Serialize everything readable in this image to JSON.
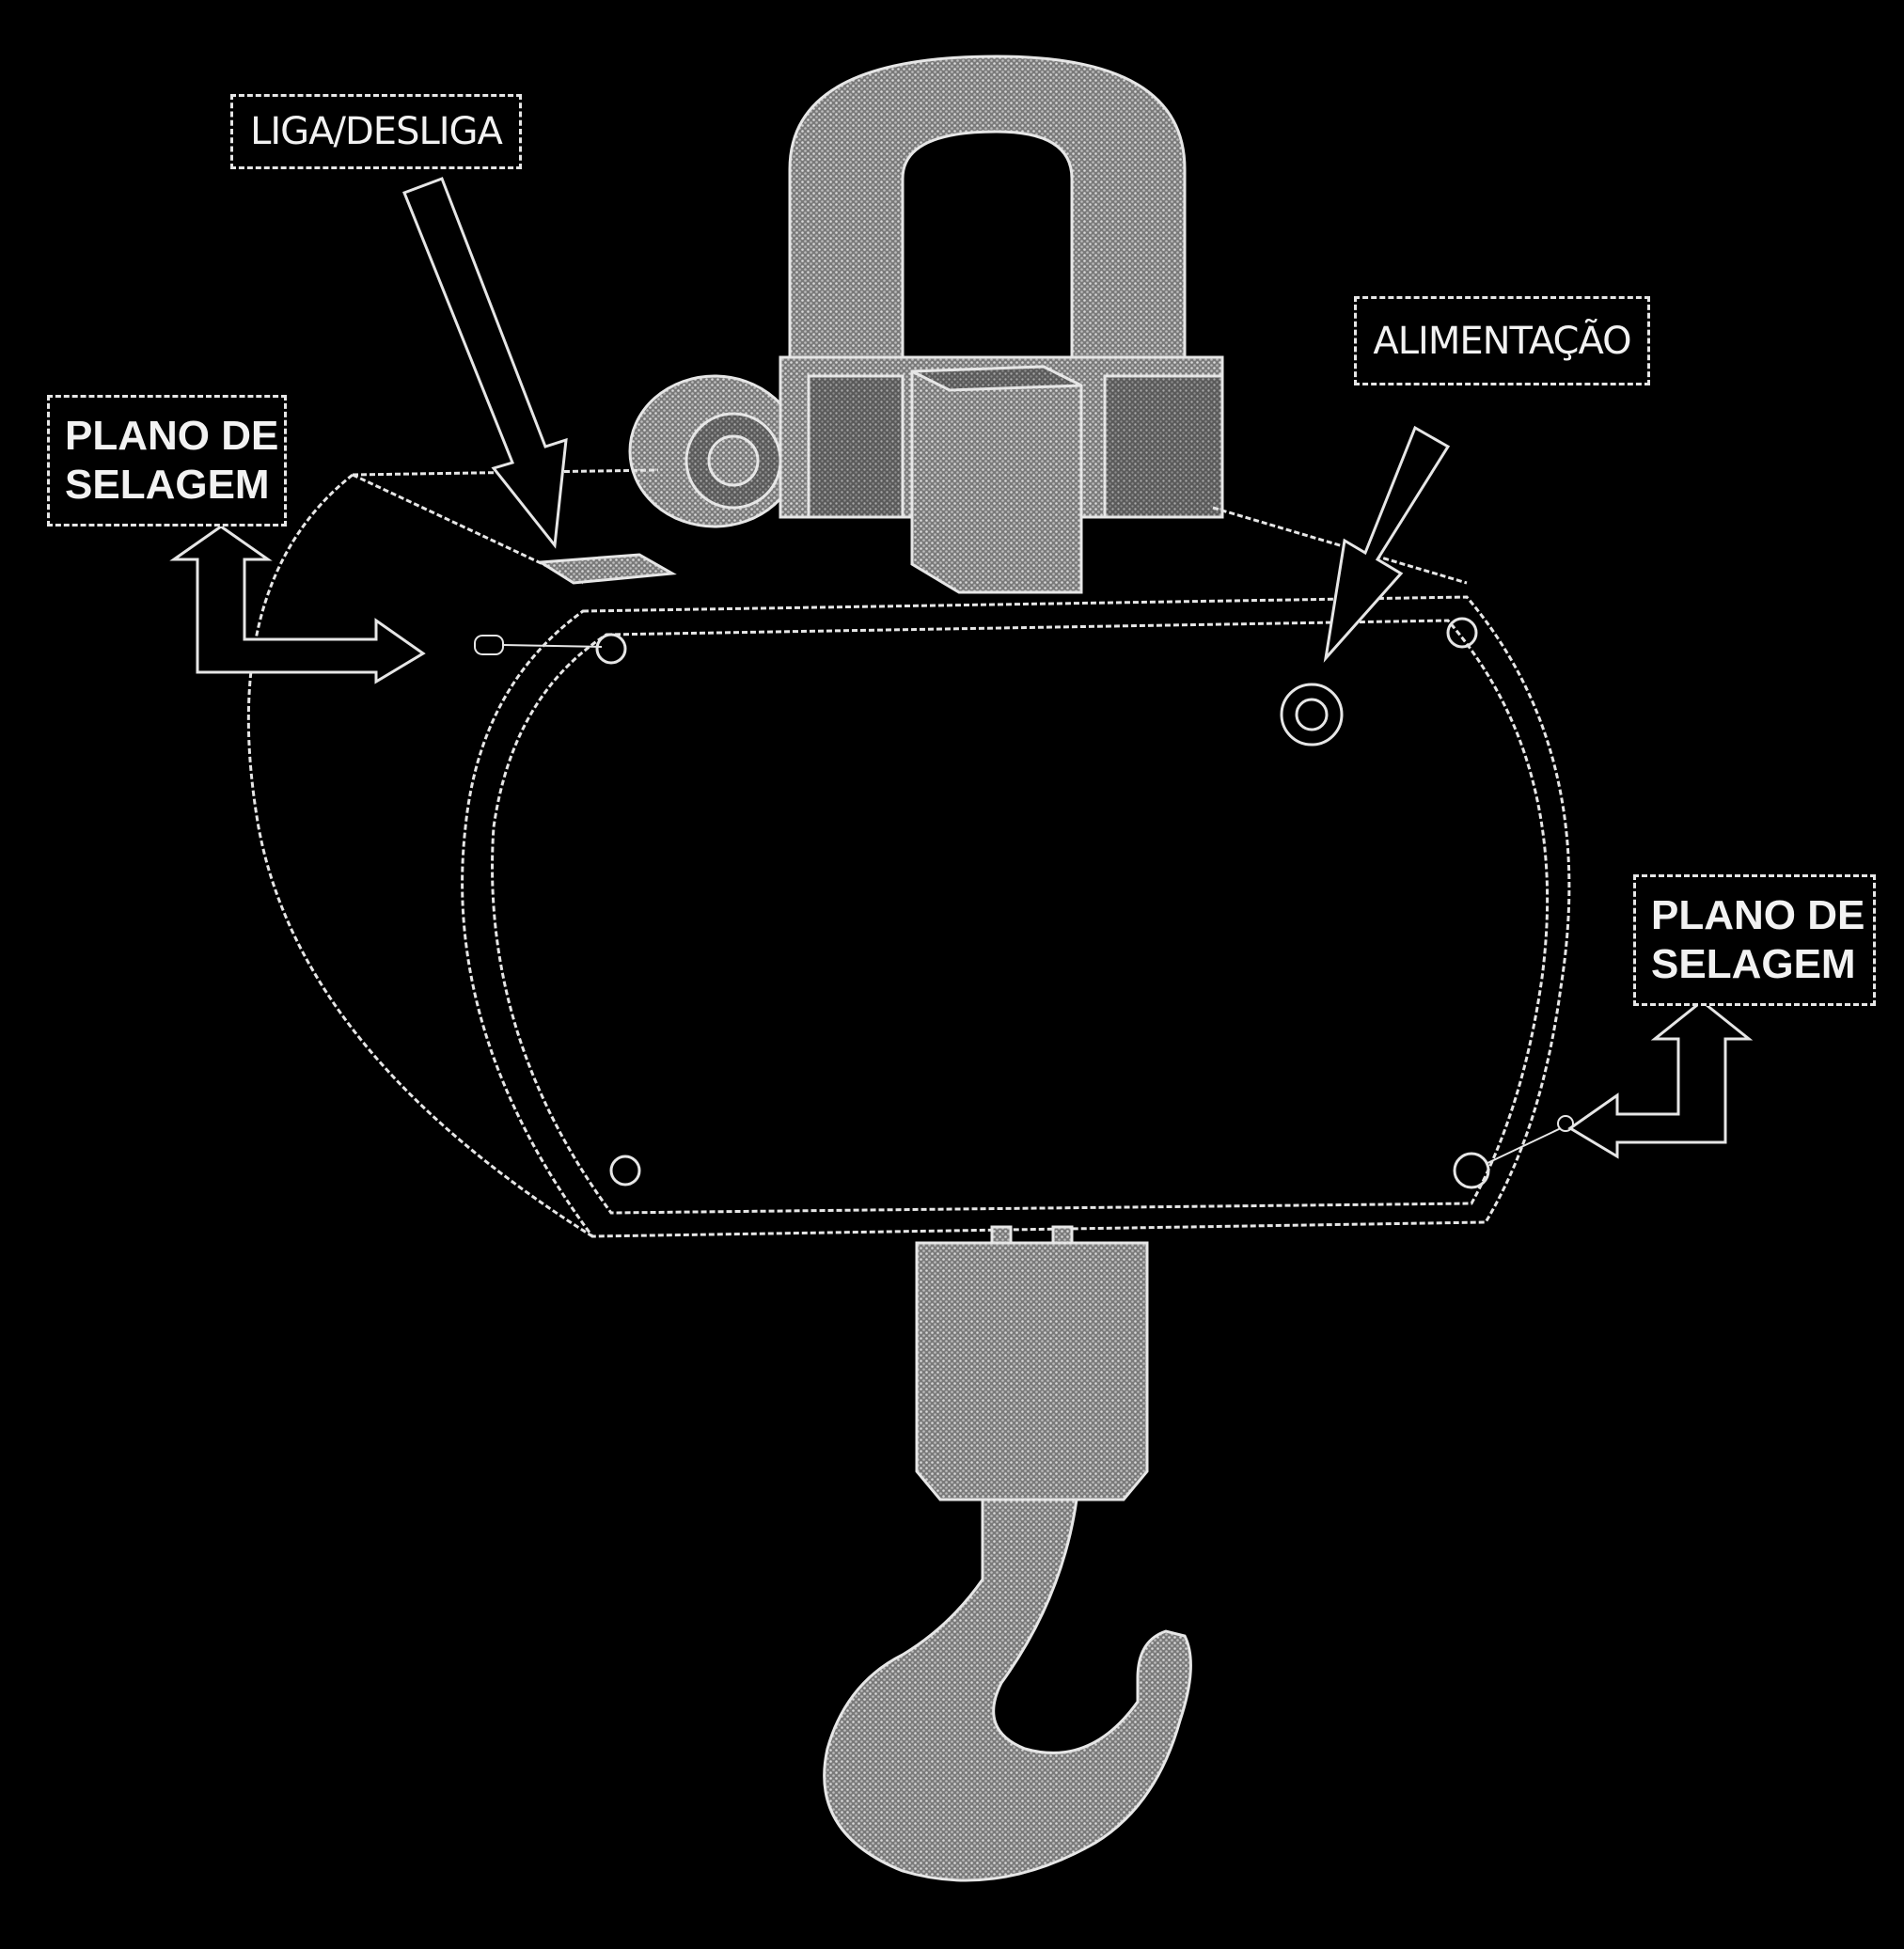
{
  "labels": {
    "power_switch": "LIGA/DESLIGA",
    "power_supply": "ALIMENTAÇÃO",
    "seal_left_line1": "PLANO DE",
    "seal_left_line2": "SELAGEM",
    "seal_right_line1": "PLANO DE",
    "seal_right_line2": "SELAGEM"
  },
  "colors": {
    "background": "#000000",
    "outline": "#e6e6e6",
    "texture_fill": "#9a9a9a"
  }
}
